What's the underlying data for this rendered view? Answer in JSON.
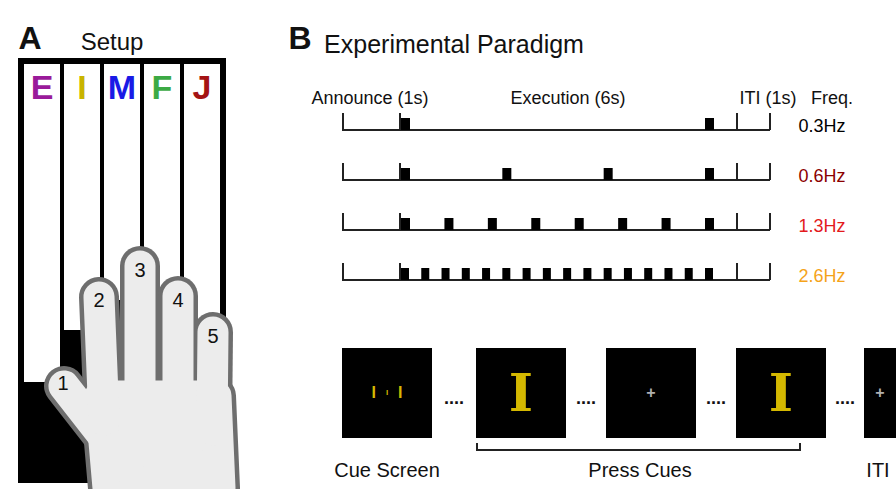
{
  "diagram": {
    "nodes": [
      {
        "text": [
          "E"
        ]
      },
      {
        "text": [
          "I"
        ]
      },
      {
        "text": [
          "M"
        ]
      },
      {
        "text": [
          "F"
        ]
      },
      {
        "text": [
          "J"
        ]
      },
      {
        "text": [
          "I",
          "I",
          "I"
        ]
      },
      {
        "text": [
          "I"
        ]
      },
      {
        "text": [
          "+"
        ]
      },
      {
        "text": [
          "I"
        ]
      },
      {
        "text": [
          "+"
        ]
      }
    ],
    "labels": [
      "A",
      "Setup",
      "1",
      "2",
      "3",
      "4",
      "5",
      "B",
      "Experimental Paradigm",
      "Announce (1s)",
      "Execution (6s)",
      "ITI (1s)",
      "Freq.",
      "0.3Hz",
      "0.6Hz",
      "1.3Hz",
      "2.6Hz",
      "....",
      "....",
      "....",
      "....",
      "Cue Screen",
      "Press Cues",
      "ITI"
    ]
  }
}
